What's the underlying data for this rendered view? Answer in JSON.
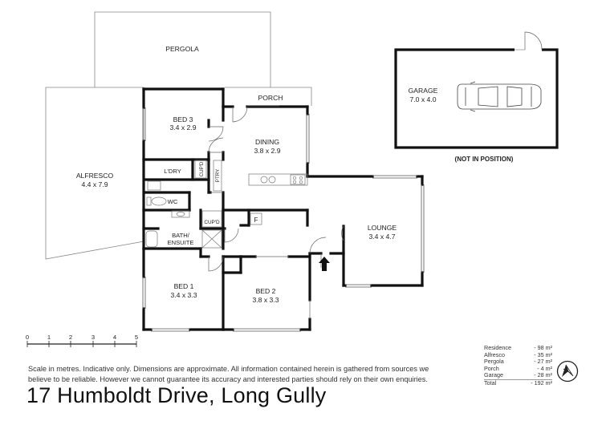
{
  "rooms": {
    "pergola": {
      "name": "PERGOLA"
    },
    "porch": {
      "name": "PORCH"
    },
    "bed3": {
      "name": "BED 3",
      "size": "3.4 x 2.9"
    },
    "dining": {
      "name": "DINING",
      "size": "3.8 x 2.9"
    },
    "alfresco": {
      "name": "ALFRESCO",
      "size": "4.4 x 7.9"
    },
    "laundry": {
      "name": "L'DRY"
    },
    "cupd1": {
      "name": "CUP'D"
    },
    "ptry": {
      "name": "PTRY"
    },
    "wc": {
      "name": "WC"
    },
    "cupd2": {
      "name": "CUP'D"
    },
    "fridge": {
      "name": "F"
    },
    "bath": {
      "name_line1": "BATH/",
      "name_line2": "ENSUITE"
    },
    "lounge": {
      "name": "LOUNGE",
      "size": "3.4 x 4.7"
    },
    "bed1": {
      "name": "BED 1",
      "size": "3.4 x 3.3"
    },
    "bed2": {
      "name": "BED 2",
      "size": "3.8 x 3.3"
    },
    "garage": {
      "name": "GARAGE",
      "size": "7.0 x 4.0",
      "note": "(NOT IN POSITION)"
    }
  },
  "scale_bar": {
    "ticks": [
      "0",
      "1",
      "2",
      "3",
      "4",
      "5"
    ]
  },
  "disclaimer": {
    "line1": "Scale in metres. Indicative only. Dimensions are approximate.  All information contained herein is gathered from sources we",
    "line2": "believe to be reliable. However we cannot guarantee its accuracy and interested parties should rely on their own enquiries."
  },
  "areas": [
    {
      "label": "Residence",
      "value": "-  98 m²"
    },
    {
      "label": "Alfresco",
      "value": "-  35 m²"
    },
    {
      "label": "Pergola",
      "value": "-  27 m²"
    },
    {
      "label": "Porch",
      "value": "-    4 m²"
    },
    {
      "label": "Garage",
      "value": "-  28 m²"
    },
    {
      "label": "Total",
      "value": "- 192 m²"
    }
  ],
  "address": "17 Humboldt Drive, Long Gully",
  "icons": {
    "compass": "north-compass-icon",
    "car": "car-icon"
  }
}
